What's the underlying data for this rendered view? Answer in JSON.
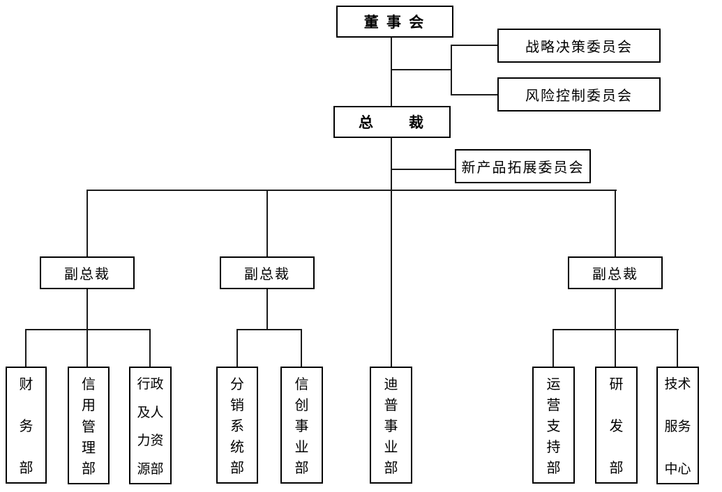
{
  "meta": {
    "type": "org-chart",
    "colors": {
      "background": "#ffffff",
      "box_border": "#000000",
      "connector_line": "#1a1a1a",
      "text": "#000000"
    }
  },
  "nodes": {
    "board": {
      "label": "董 事 会"
    },
    "strategy_committee": {
      "label": "战略决策委员会"
    },
    "risk_committee": {
      "label": "风险控制委员会"
    },
    "president": {
      "label": "总　　裁"
    },
    "new_product_committee": {
      "label": "新产品拓展委员会"
    },
    "vp_left": {
      "label": "副总裁"
    },
    "vp_middle": {
      "label": "副总裁"
    },
    "vp_right": {
      "label": "副总裁"
    },
    "dept_finance": {
      "label": "财务部",
      "lines": [
        "财",
        "务",
        "部"
      ]
    },
    "dept_credit": {
      "label": "信用管理部",
      "lines": [
        "信",
        "用",
        "管",
        "理",
        "部"
      ]
    },
    "dept_admin_hr": {
      "label": "行政及人力资源部",
      "lines": [
        "行政",
        "及人",
        "力资",
        "源部"
      ]
    },
    "dept_distribution": {
      "label": "分销系统部",
      "lines": [
        "分",
        "销",
        "系",
        "统",
        "部"
      ]
    },
    "dept_xinchuang": {
      "label": "信创事业部",
      "lines": [
        "信",
        "创",
        "事",
        "业",
        "部"
      ]
    },
    "dept_dipu": {
      "label": "迪普事业部",
      "lines": [
        "迪",
        "普",
        "事",
        "业",
        "部"
      ]
    },
    "dept_ops_support": {
      "label": "运营支持部",
      "lines": [
        "运",
        "营",
        "支",
        "持",
        "部"
      ]
    },
    "dept_rd": {
      "label": "研发部",
      "lines": [
        "研",
        "发",
        "部"
      ]
    },
    "tech_service_center": {
      "label": "技术服务中心",
      "lines": [
        "技术",
        "服务",
        "中心"
      ]
    }
  },
  "hierarchy": {
    "董事会": [
      "战略决策委员会",
      "风险控制委员会",
      "总裁"
    ],
    "总裁": [
      "新产品拓展委员会",
      "副总裁(左)",
      "副总裁(中)",
      "迪普事业部",
      "副总裁(右)"
    ],
    "副总裁(左)": [
      "财务部",
      "信用管理部",
      "行政及人力资源部"
    ],
    "副总裁(中)": [
      "分销系统部",
      "信创事业部"
    ],
    "副总裁(右)": [
      "运营支持部",
      "研发部",
      "技术服务中心"
    ]
  }
}
